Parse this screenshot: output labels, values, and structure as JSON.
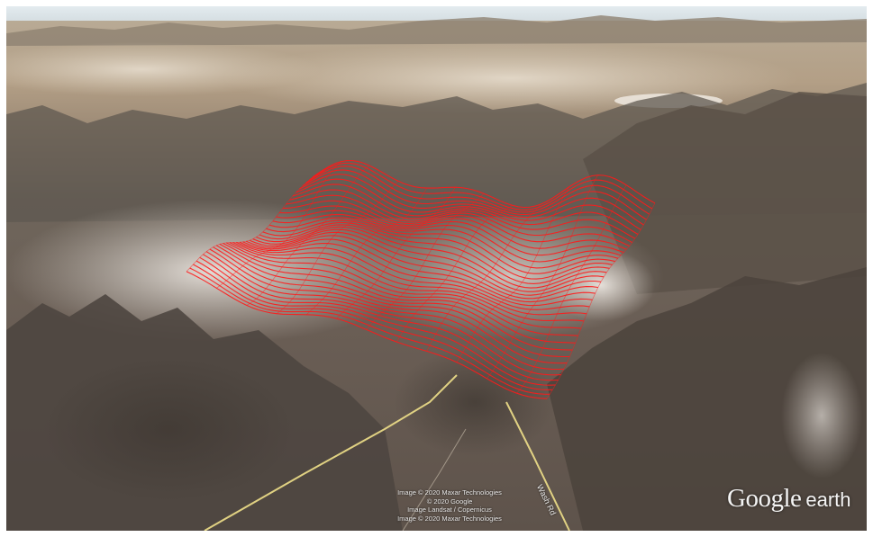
{
  "attribution": {
    "lines": [
      "Image © 2020 Maxar Technologies",
      "© 2020 Google",
      "Image Landsat / Copernicus",
      "Image © 2020 Maxar Technologies"
    ]
  },
  "logo": {
    "brand": "Google",
    "product": "earth"
  },
  "road_label": "Wash Rd",
  "colors": {
    "overlay_red": "#ff1a1a",
    "sky": "#d9e4ea",
    "road": "#f0e08a"
  },
  "icons": [
    "google-earth-logo"
  ]
}
